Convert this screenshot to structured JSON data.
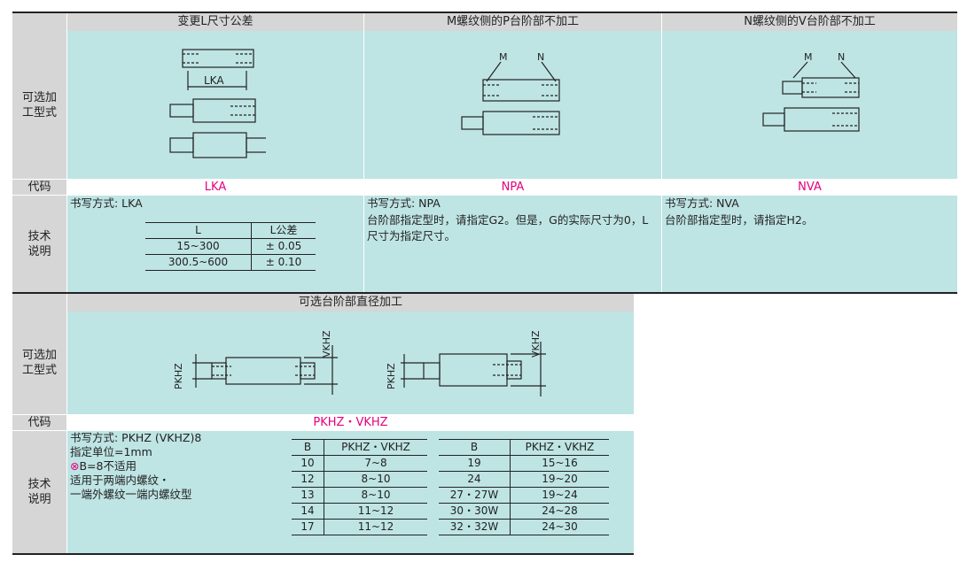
{
  "top": {
    "headers": [
      "变更L尺寸公差",
      "M螺纹侧的P台阶部不加工",
      "N螺纹侧的V台阶部不加工"
    ],
    "row_labels": {
      "options": "可选加\n工型式",
      "code": "代码",
      "desc": "技术\n说明"
    },
    "diagram_labels": {
      "lka": "LKA",
      "m": "M",
      "n": "N"
    },
    "codes": [
      "LKA",
      "NPA",
      "NVA"
    ],
    "col1": {
      "write": "书写方式: LKA",
      "table_headers": [
        "L",
        "L公差"
      ],
      "table_rows": [
        [
          "15~300",
          "± 0.05"
        ],
        [
          "300.5~600",
          "± 0.10"
        ]
      ]
    },
    "col2": {
      "write": "书写方式: NPA",
      "text": "台阶部指定型时，请指定G2。但是，G的实际尺寸为0，L尺寸为指定尺寸。"
    },
    "col3": {
      "write": "书写方式: NVA",
      "text": "台阶部指定型时，请指定H2。"
    }
  },
  "bottom": {
    "header": "可选台阶部直径加工",
    "row_labels": {
      "options": "可选加\n工型式",
      "code": "代码",
      "desc": "技术\n说明"
    },
    "diagram_labels": {
      "pkhz": "PKHZ",
      "vkhz": "VKHZ"
    },
    "code": "PKHZ・VKHZ",
    "lines": [
      "书写方式: PKHZ (VKHZ)8",
      "指定单位=1mm",
      "B=8不适用",
      "适用于两端内螺纹・",
      "一端外螺纹一端内螺纹型"
    ],
    "mark_symbol": "⊗",
    "table1": {
      "headers": [
        "B",
        "PKHZ・VKHZ"
      ],
      "rows": [
        [
          "10",
          "7~8"
        ],
        [
          "12",
          "8~10"
        ],
        [
          "13",
          "8~10"
        ],
        [
          "14",
          "11~12"
        ],
        [
          "17",
          "11~12"
        ]
      ]
    },
    "table2": {
      "headers": [
        "B",
        "PKHZ・VKHZ"
      ],
      "rows": [
        [
          "19",
          "15~16"
        ],
        [
          "24",
          "19~20"
        ],
        [
          "27・27W",
          "19~24"
        ],
        [
          "30・30W",
          "24~28"
        ],
        [
          "32・32W",
          "24~30"
        ]
      ]
    }
  }
}
